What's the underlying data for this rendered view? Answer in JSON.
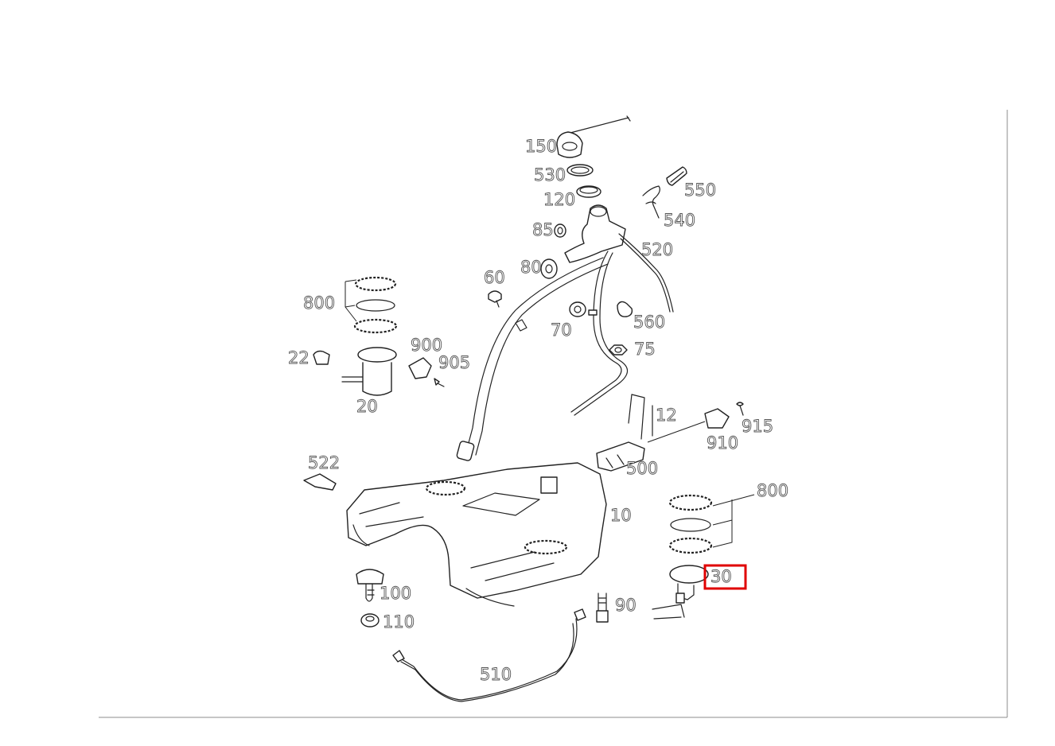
{
  "diagram": {
    "highlighted_part": "30",
    "parts": [
      {
        "id": "p150",
        "label": "150"
      },
      {
        "id": "p530",
        "label": "530"
      },
      {
        "id": "p120",
        "label": "120"
      },
      {
        "id": "p550",
        "label": "550"
      },
      {
        "id": "p540",
        "label": "540"
      },
      {
        "id": "p85",
        "label": "85"
      },
      {
        "id": "p520",
        "label": "520"
      },
      {
        "id": "p80",
        "label": "80"
      },
      {
        "id": "p60",
        "label": "60"
      },
      {
        "id": "p800a",
        "label": "800"
      },
      {
        "id": "p70",
        "label": "70"
      },
      {
        "id": "p560",
        "label": "560"
      },
      {
        "id": "p75",
        "label": "75"
      },
      {
        "id": "p22",
        "label": "22"
      },
      {
        "id": "p900",
        "label": "900"
      },
      {
        "id": "p905",
        "label": "905"
      },
      {
        "id": "p20",
        "label": "20"
      },
      {
        "id": "p12",
        "label": "12"
      },
      {
        "id": "p915",
        "label": "915"
      },
      {
        "id": "p910",
        "label": "910"
      },
      {
        "id": "p522",
        "label": "522"
      },
      {
        "id": "p500",
        "label": "500"
      },
      {
        "id": "p800b",
        "label": "800"
      },
      {
        "id": "p10",
        "label": "10"
      },
      {
        "id": "p30",
        "label": "30"
      },
      {
        "id": "p100",
        "label": "100"
      },
      {
        "id": "p90",
        "label": "90"
      },
      {
        "id": "p110",
        "label": "110"
      },
      {
        "id": "p510",
        "label": "510"
      }
    ],
    "colors": {
      "highlight": "#e00000",
      "line": "#222222",
      "frame": "#8c8c8c"
    }
  }
}
